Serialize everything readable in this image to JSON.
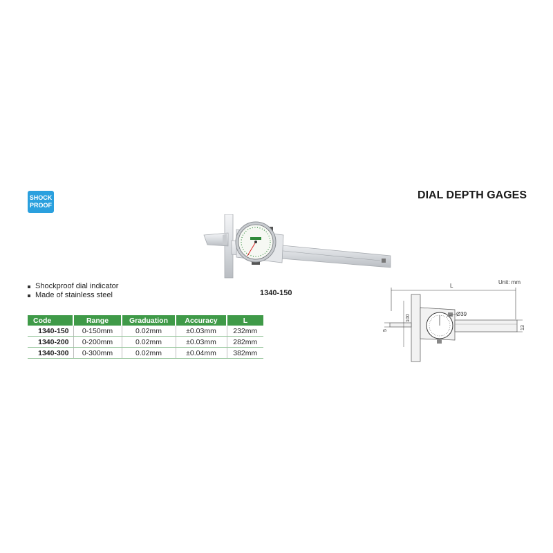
{
  "badge": {
    "line1": "SHOCK",
    "line2": "PROOF"
  },
  "title": "DIAL DEPTH GAGES",
  "product_caption": "1340-150",
  "features": [
    "Shockproof dial indicator",
    "Made of stainless steel"
  ],
  "table": {
    "headers": [
      "Code",
      "Range",
      "Graduation",
      "Accuracy",
      "L"
    ],
    "rows": [
      [
        "1340-150",
        "0-150mm",
        "0.02mm",
        "±0.03mm",
        "232mm"
      ],
      [
        "1340-200",
        "0-200mm",
        "0.02mm",
        "±0.03mm",
        "282mm"
      ],
      [
        "1340-300",
        "0-300mm",
        "0.02mm",
        "±0.04mm",
        "382mm"
      ]
    ]
  },
  "diagram": {
    "unit": "Unit: mm",
    "label_L": "L",
    "label_dia": "Ø39",
    "label_100": "100",
    "label_5": "5",
    "label_13": "13"
  },
  "colors": {
    "badge": "#2aa0de",
    "table_header": "#3f9a48"
  }
}
